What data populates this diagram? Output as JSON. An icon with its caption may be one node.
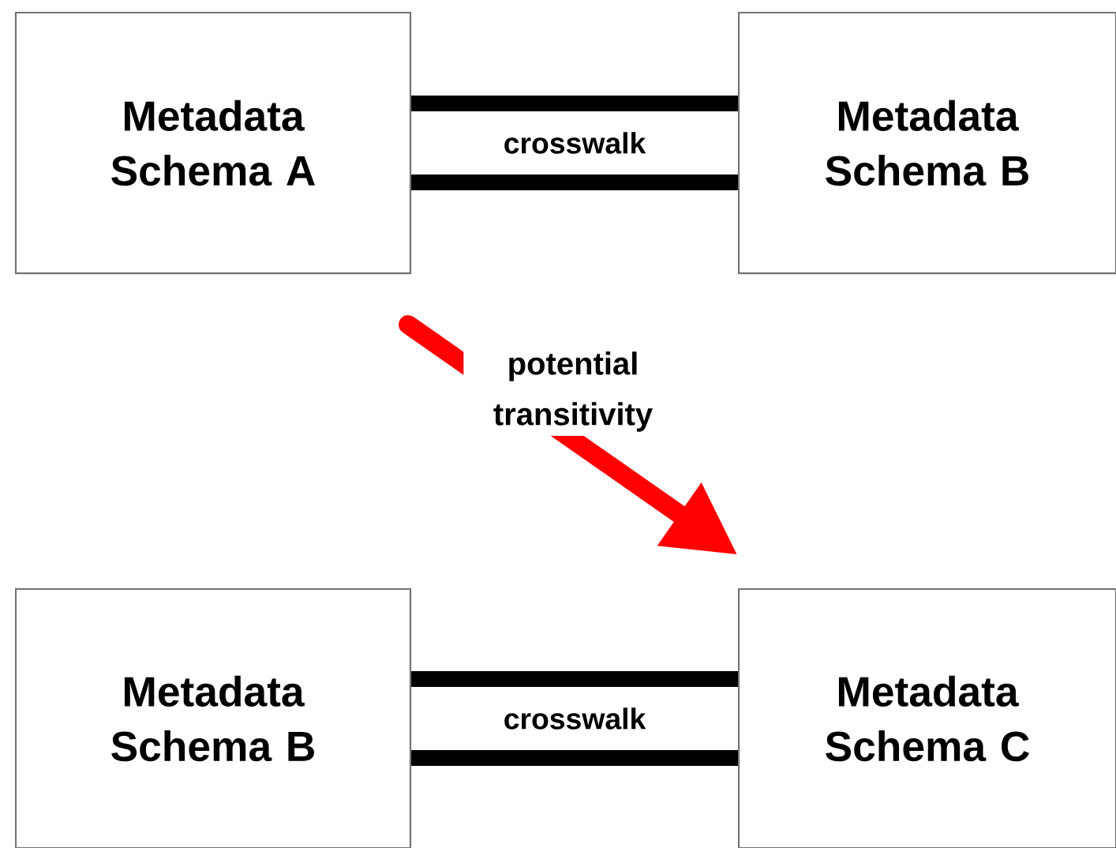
{
  "diagram": {
    "nodes": [
      {
        "text": [
          "Metadata Schema A"
        ]
      },
      {
        "text": [
          "Metadata Schema B"
        ]
      },
      {
        "text": [
          "Metadata Schema B"
        ]
      },
      {
        "text": [
          "Metadata Schema C"
        ]
      }
    ],
    "edges": [
      {
        "from": 0,
        "to": 1,
        "arrow": "none",
        "label": "crosswalk"
      },
      {
        "from": 0,
        "to": 3,
        "arrow": "to",
        "color": "#ff0000",
        "label": "potential transitivity"
      },
      {
        "from": 2,
        "to": 3,
        "arrow": "none",
        "label": "crosswalk"
      }
    ]
  }
}
